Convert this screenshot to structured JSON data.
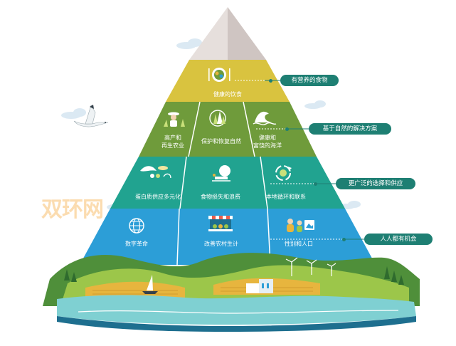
{
  "pyramid": {
    "top": {
      "label": "健康的饮食",
      "icon": "plate-icon",
      "color": "#d8c23f"
    },
    "row2": {
      "color": "#6e9a3a",
      "cells": [
        {
          "label_line1": "高产和",
          "label_line2": "再生农业",
          "icon": "farmer-icon"
        },
        {
          "label_line1": "保护和恢复自然",
          "label_line2": "",
          "icon": "forest-icon"
        },
        {
          "label_line1": "健康和",
          "label_line2": "富饶的海洋",
          "icon": "wave-icon"
        }
      ]
    },
    "row3": {
      "color": "#22a38f",
      "cells": [
        {
          "label": "蛋白质供应多元化",
          "icon": "protein-icon"
        },
        {
          "label": "食物损失和浪费",
          "icon": "food-waste-icon"
        },
        {
          "label": "本地循环和联系",
          "icon": "recycle-icon"
        }
      ]
    },
    "row4": {
      "color": "#2a9fd6",
      "cells": [
        {
          "label": "数字革命",
          "icon": "globe-icon"
        },
        {
          "label": "改善农村生计",
          "icon": "market-stall-icon"
        },
        {
          "label": "性别和人口",
          "icon": "people-icon"
        }
      ]
    }
  },
  "callouts": [
    {
      "label": "有营养的食物",
      "color": "#1e7f73"
    },
    {
      "label": "基于自然的解决方案",
      "color": "#1e7f73"
    },
    {
      "label": "更广泛的选择和供应",
      "color": "#1e7f73"
    },
    {
      "label": "人人都有机会",
      "color": "#1e7f73"
    }
  ],
  "watermark": "双环网",
  "colors": {
    "peak": "#e8e2df",
    "hills_dark": "#4f8f3a",
    "hills_light": "#9cc64a",
    "field_yellow": "#e7b53e",
    "water": "#7fd0d2"
  }
}
